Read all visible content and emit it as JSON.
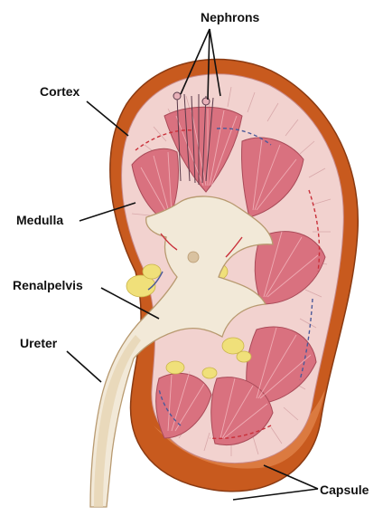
{
  "labels": {
    "nephrons": "Nephrons",
    "cortex": "Cortex",
    "medulla": "Medulla",
    "renal_pelvis": "Renalpelvis",
    "ureter": "Ureter",
    "capsule": "Capsule"
  },
  "colors": {
    "capsule_outer": "#c85a1e",
    "capsule_inner": "#e9a46e",
    "cortex": "#f2d2cf",
    "medulla": "#d9717f",
    "pelvis": "#f2e9d8",
    "fat": "#f0e07a",
    "vessel_red": "#c9303a",
    "vessel_blue": "#4b5a9a",
    "label_text": "#111111"
  }
}
